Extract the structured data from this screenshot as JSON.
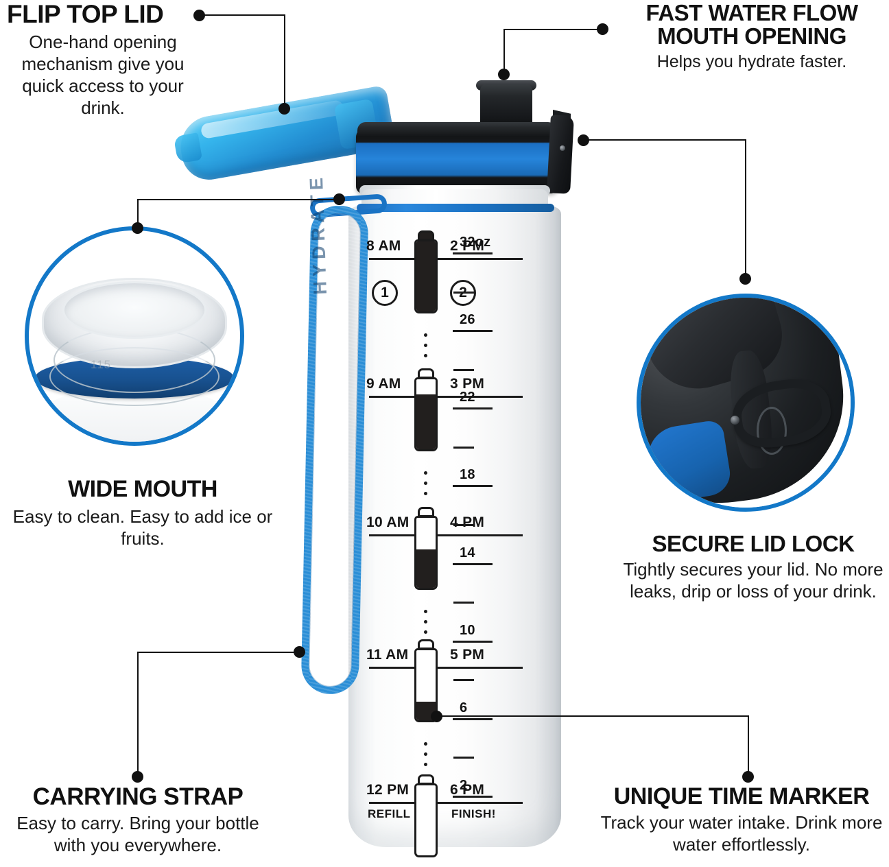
{
  "callouts": [
    {
      "id": "flip-top-lid",
      "title": "FLIP TOP LID",
      "body": "One-hand opening mechanism give you quick access to your drink."
    },
    {
      "id": "fast-water-flow",
      "title_line1": "FAST WATER FLOW",
      "title_line2": "MOUTH OPENING",
      "body": "Helps you hydrate faster."
    },
    {
      "id": "wide-mouth",
      "title": "WIDE MOUTH",
      "body": "Easy to clean. Easy to add ice or fruits."
    },
    {
      "id": "secure-lid-lock",
      "title": "SECURE LID LOCK",
      "body": "Tightly secures your lid. No more leaks, drip or loss of your drink."
    },
    {
      "id": "carrying-strap",
      "title": "CARRYING STRAP",
      "body": "Easy to carry. Bring your bottle with you everywhere."
    },
    {
      "id": "unique-time-marker",
      "title": "UNIQUE TIME MARKER",
      "body": "Track your water intake. Drink more water effortlessly."
    }
  ],
  "bottle": {
    "strap_text": "HYDRATE",
    "time_markers": [
      {
        "am": "8 AM",
        "pm": "2 PM",
        "sub_left": "",
        "sub_right": "",
        "fill": 100
      },
      {
        "am": "9 AM",
        "pm": "3 PM",
        "sub_left": "",
        "sub_right": "",
        "fill": 78
      },
      {
        "am": "10 AM",
        "pm": "4 PM",
        "sub_left": "",
        "sub_right": "",
        "fill": 55
      },
      {
        "am": "11 AM",
        "pm": "5 PM",
        "sub_left": "",
        "sub_right": "",
        "fill": 26
      },
      {
        "am": "12 PM",
        "pm": "6 PM",
        "sub_left": "REFILL",
        "sub_right": "FINISH!",
        "fill": 0
      }
    ],
    "step_badges": [
      "1",
      "2"
    ],
    "volume_scale": {
      "unit": "oz",
      "major_labels": [
        "32oz",
        "26",
        "22",
        "18",
        "14",
        "10",
        "6",
        "2"
      ],
      "minor_ticks_between": 1
    }
  },
  "insets": [
    {
      "id": "wide-mouth-inset",
      "subject": "bottle-neck-wide-opening",
      "ring_color": "#1378c8"
    },
    {
      "id": "secure-lid-lock-inset",
      "subject": "lid-lock-latch",
      "ring_color": "#1378c8"
    }
  ],
  "colors": {
    "accent_blue": "#1378c8",
    "lid_cyan": "#2ab0eb",
    "cap_blue": "#2684da",
    "strap_blue": "#2b8ed6",
    "ink": "#111111",
    "background": "#ffffff"
  }
}
